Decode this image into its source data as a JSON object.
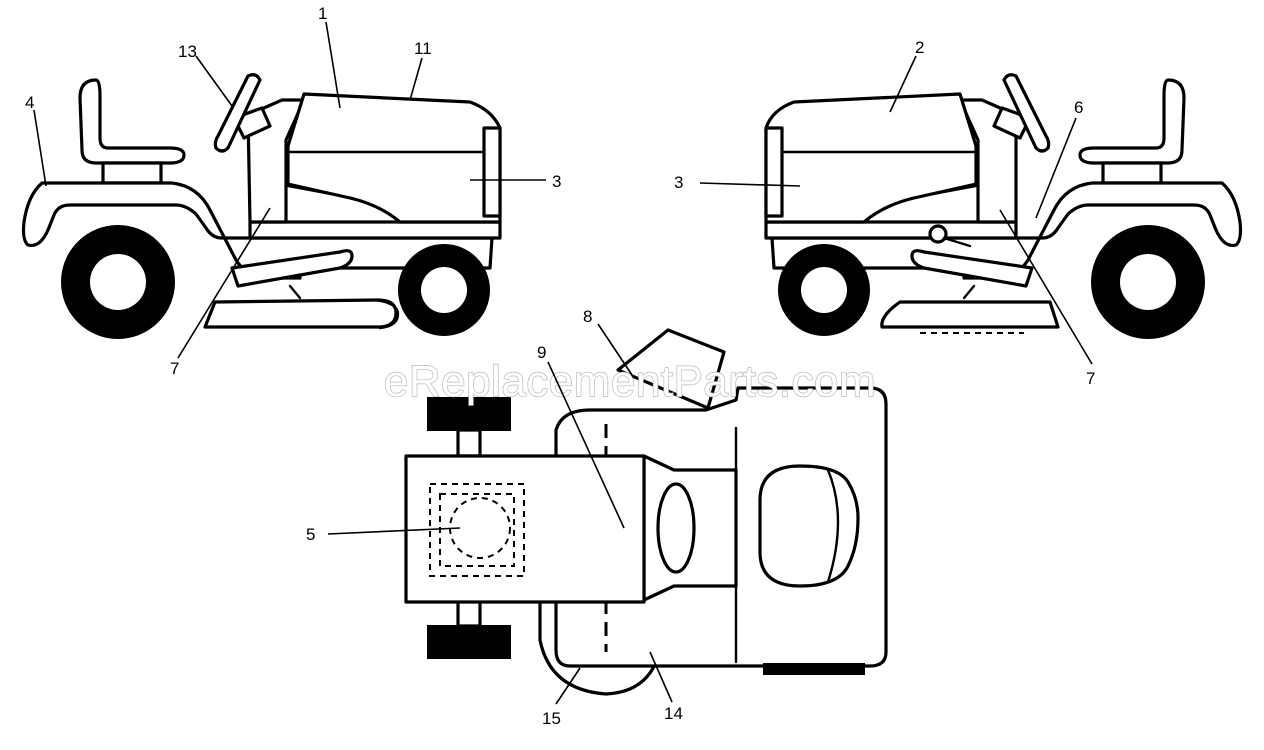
{
  "diagram": {
    "watermark": "eReplacementParts.com",
    "callouts": {
      "c1": "1",
      "c2": "2",
      "c3a": "3",
      "c3b": "3",
      "c4": "4",
      "c5": "5",
      "c6": "6",
      "c7a": "7",
      "c7b": "7",
      "c8": "8",
      "c9": "9",
      "c11": "11",
      "c13": "13",
      "c14": "14",
      "c15": "15"
    }
  },
  "colors": {
    "line": "#000000",
    "background": "#ffffff",
    "watermark_stroke": "#b8b8b8"
  }
}
